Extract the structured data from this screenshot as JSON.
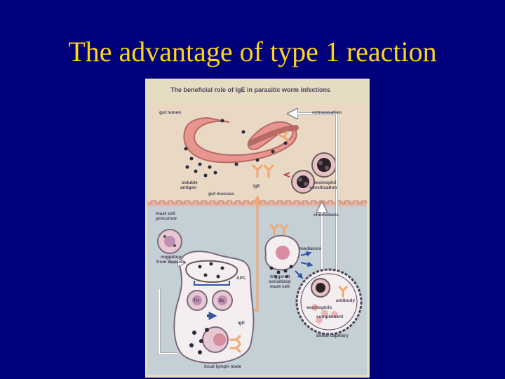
{
  "slide": {
    "title": "The advantage of type 1 reaction"
  },
  "figure": {
    "heading": "The beneficial role of IgE in parasitic worm infections",
    "labels": {
      "gut_lumen": "gut lumen",
      "extravasation": "extravasation",
      "soluble": "soluble",
      "antigen": "antigen",
      "ige_top": "IgE",
      "gut_mucosa": "gut mucosa",
      "eosinophil": "eosinophil",
      "sensitization": "sensitization",
      "mast_cell": "mast cell",
      "precursor": "precursor",
      "chemotaxis": "chemotaxis",
      "mediators": "mediators",
      "migration": "migration",
      "from_mucosa": "from mucosa",
      "apc": "APC",
      "triggered": "triggered",
      "sensitized": "sensitized",
      "mast_cell_2": "mast cell",
      "th": "TH",
      "bc": "Bε",
      "antibody": "antibody",
      "eosinophils": "eosinophils",
      "complement": "complement",
      "ige_bottom": "IgE",
      "blood_capillary": "blood capillary",
      "local_lymph_node": "local lymph node"
    },
    "colors": {
      "panel": "#e6dcc2",
      "upper_tissue": "#e9d9c4",
      "lower_tissue": "#c5d0d6",
      "worm": "#e7958e",
      "arrow": "#f4b987",
      "cell": "#f4eef0",
      "eosinophil": "#2a2226",
      "mediator_arrows": "#2f55a8"
    }
  }
}
